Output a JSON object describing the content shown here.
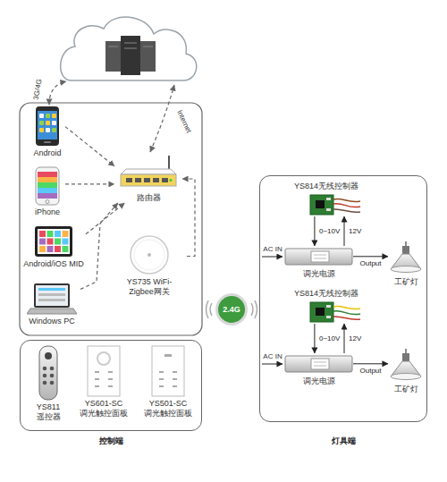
{
  "diagram": {
    "nodes": [
      {
        "text": [
          "Android"
        ]
      },
      {
        "text": [
          "路由器"
        ]
      },
      {
        "text": [
          "iPhone"
        ]
      },
      {
        "text": [
          "Android/iOS MID"
        ]
      },
      {
        "text": [
          "YS735 WiFi-Zigbee网关"
        ]
      },
      {
        "text": [
          "Windows PC"
        ]
      },
      {
        "text": [
          "控制端"
        ]
      },
      {
        "text": [
          "YS811 遥控器"
        ],
        "in": 6
      },
      {
        "text": [
          "YS601-SC 调光触控面板"
        ],
        "in": 6
      },
      {
        "text": [
          "YS501-SC 调光触控面板"
        ],
        "in": 6
      },
      {
        "text": [
          "2.4G"
        ]
      },
      {
        "text": [
          "灯具端"
        ]
      },
      {
        "text": [
          "YS814无线控制器"
        ],
        "in": 11
      },
      {
        "text": [
          "调光电源"
        ],
        "in": 11
      },
      {
        "text": [
          "工矿灯"
        ],
        "in": 11
      },
      {
        "text": [
          "YS814无线控制器"
        ],
        "in": 11
      },
      {
        "text": [
          "调光电源"
        ],
        "in": 11
      },
      {
        "text": [
          "工矿灯"
        ],
        "in": 11
      }
    ],
    "edges": [
      {
        "from": 0,
        "to": 1,
        "arrow": "to"
      },
      {
        "from": 2,
        "to": 1,
        "arrow": "to"
      },
      {
        "from": 3,
        "to": 1,
        "arrow": "to"
      },
      {
        "from": 4,
        "to": 1,
        "arrow": "to"
      },
      {
        "from": 5,
        "to": 1,
        "arrow": "to"
      },
      {
        "from": 12,
        "to": 13,
        "label": "0~10V",
        "arrow": "to"
      },
      {
        "from": 13,
        "to": 12,
        "label": "12V",
        "arrow": "to"
      },
      {
        "from": 13,
        "to": 14,
        "label": "Output",
        "arrow": "to"
      },
      {
        "from": 15,
        "to": 16,
        "label": "0~10V",
        "arrow": "to"
      },
      {
        "from": 16,
        "to": 15,
        "label": "12V",
        "arrow": "to"
      },
      {
        "from": 16,
        "to": 17,
        "label": "Output",
        "arrow": "to"
      }
    ],
    "labels": [
      "3G/4G",
      "Internet",
      "AC IN",
      "AC IN"
    ]
  }
}
